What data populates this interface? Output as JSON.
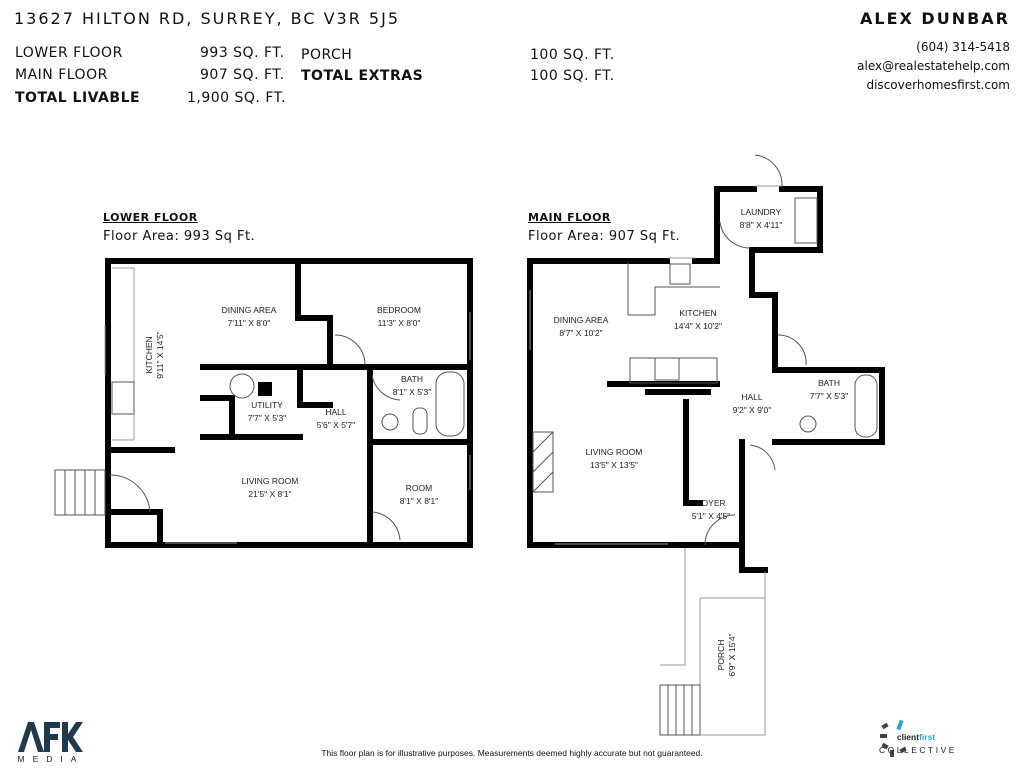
{
  "header": {
    "address": "13627 HILTON RD, SURREY, BC V3R 5J5",
    "agent_name": "ALEX DUNBAR",
    "phone": "(604) 314-5418",
    "email": "alex@realestatehelp.com",
    "website": "discoverhomesfirst.com"
  },
  "summary": {
    "lower_floor_label": "LOWER FLOOR",
    "lower_floor_value": "993 SQ. FT.",
    "main_floor_label": "MAIN FLOOR",
    "main_floor_value": "907 SQ. FT.",
    "total_livable_label": "TOTAL LIVABLE",
    "total_livable_value": "1,900 SQ. FT.",
    "porch_label": "PORCH",
    "porch_value": "100 SQ. FT.",
    "total_extras_label": "TOTAL EXTRAS",
    "total_extras_value": "100 SQ. FT."
  },
  "lower_floor": {
    "title": "LOWER FLOOR",
    "area": "Floor Area: 993 Sq Ft.",
    "rooms": [
      {
        "name": "DINING AREA",
        "dims": "7'11\" X 8'0\""
      },
      {
        "name": "BEDROOM",
        "dims": "11'3\" X 8'0\""
      },
      {
        "name": "KITCHEN",
        "dims": "9'11\" X 14'5\""
      },
      {
        "name": "UTILITY",
        "dims": "7'7\" X 5'3\""
      },
      {
        "name": "HALL",
        "dims": "5'6\" X 5'7\""
      },
      {
        "name": "BATH",
        "dims": "8'1\" X 5'3\""
      },
      {
        "name": "LIVING ROOM",
        "dims": "21'5\" X 8'1\""
      },
      {
        "name": "ROOM",
        "dims": "8'1\" X 8'1\""
      }
    ]
  },
  "main_floor": {
    "title": "MAIN FLOOR",
    "area": "Floor Area: 907 Sq Ft.",
    "rooms": [
      {
        "name": "LAUNDRY",
        "dims": "8'8\" X 4'11\""
      },
      {
        "name": "DINING AREA",
        "dims": "8'7\" X 10'2\""
      },
      {
        "name": "KITCHEN",
        "dims": "14'4\" X 10'2\""
      },
      {
        "name": "BATH",
        "dims": "7'7\" X 5'3\""
      },
      {
        "name": "HALL",
        "dims": "9'2\" X 9'0\""
      },
      {
        "name": "LIVING ROOM",
        "dims": "13'5\" X 13'5\""
      },
      {
        "name": "FOYER",
        "dims": "5'1\" X 4'5\""
      },
      {
        "name": "PORCH",
        "dims": "6'9\" X 15'4\""
      }
    ]
  },
  "footer": {
    "disclaimer": "This floor plan is for illustrative purposes. Measurements deemed highly accurate but not guaranteed.",
    "logo_left": "AFK MEDIA",
    "logo_right": "clientfirst COLLECTIVE"
  },
  "colors": {
    "walls": "#000000",
    "afk_logo": "#1e3a4c",
    "clientfirst_accent": "#2aa8d8"
  }
}
